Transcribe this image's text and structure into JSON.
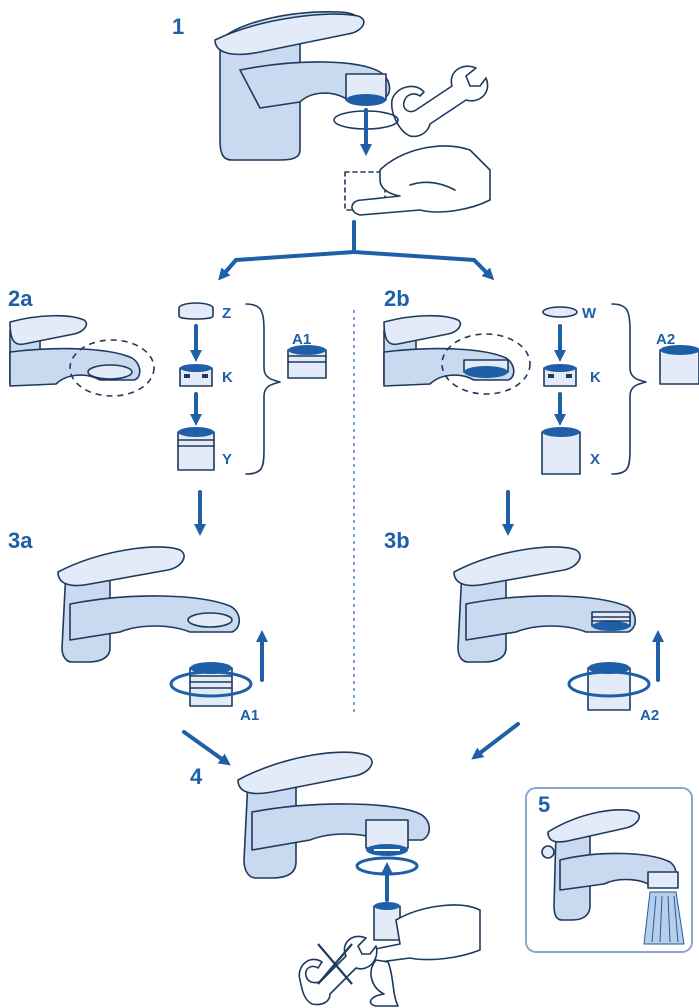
{
  "steps": {
    "s1": "1",
    "s2a": "2a",
    "s2b": "2b",
    "s3a": "3a",
    "s3b": "3b",
    "s4": "4",
    "s5": "5"
  },
  "parts_2a": {
    "z": "Z",
    "k": "K",
    "y": "Y",
    "assembly": "A1"
  },
  "parts_2b": {
    "w": "W",
    "k": "K",
    "x": "X",
    "assembly": "A2"
  },
  "step3a_label": "A1",
  "step3b_label": "A2",
  "colors": {
    "accent": "#1e5fa8",
    "fill": "#c9d9ef",
    "outline": "#1e3a5f",
    "inset_border": "#8aa6cc"
  }
}
